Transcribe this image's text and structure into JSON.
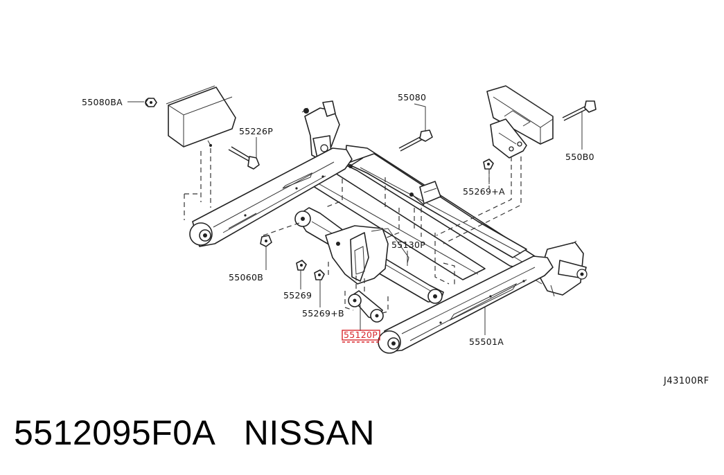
{
  "labels": {
    "l55080BA": "55080BA",
    "l55226P": "55226P",
    "l55080": "55080",
    "l550B0": "550B0",
    "l55269A": "55269+A",
    "l55060B": "55060B",
    "l55130P": "55130P",
    "l55269": "55269",
    "l55269B": "55269+B",
    "l55120P": "55120P",
    "l55501A": "55501A"
  },
  "highlight_color": "#d8262c",
  "reference_code": "J43100RF",
  "caption": "5512095F0A   NISSAN"
}
